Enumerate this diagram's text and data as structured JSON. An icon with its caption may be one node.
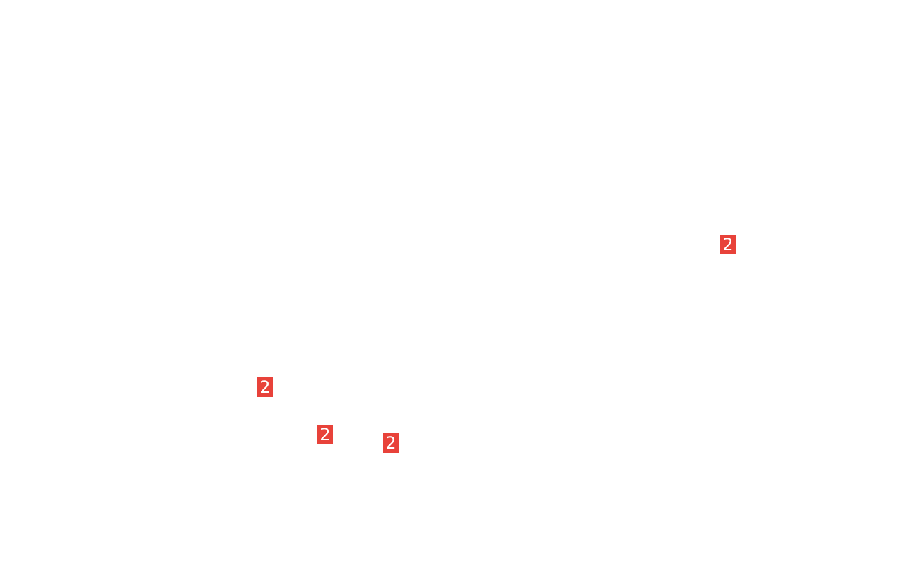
{
  "diagram": {
    "labels": [
      "2",
      "2",
      "2",
      "2"
    ]
  }
}
